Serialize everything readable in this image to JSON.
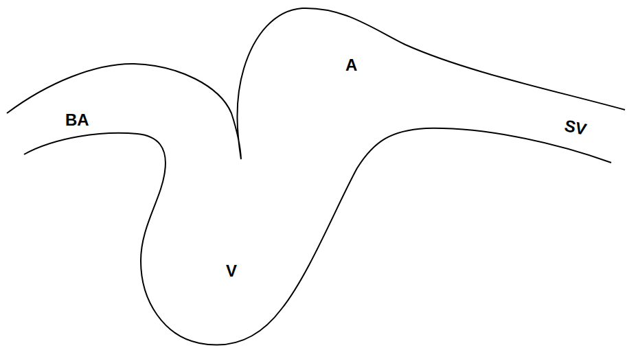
{
  "diagram": {
    "labels": [
      "BA",
      "A",
      "SV",
      "V"
    ]
  }
}
